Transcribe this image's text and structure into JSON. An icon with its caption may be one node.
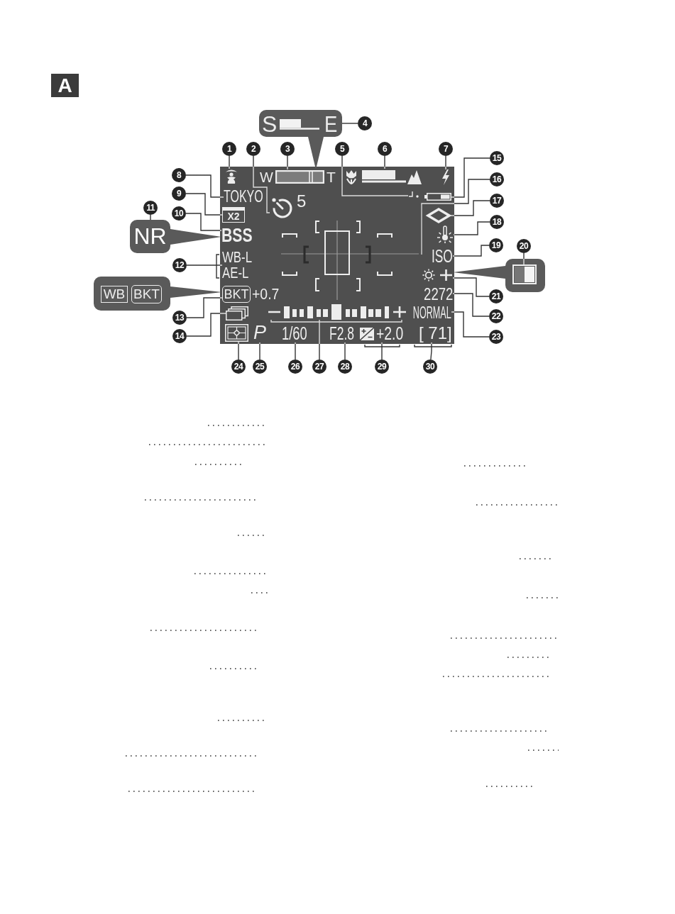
{
  "diagram": {
    "nodes": [
      {
        "text": [
          "4"
        ]
      },
      {
        "text": [
          "S",
          "E"
        ]
      },
      {
        "text": [
          "1"
        ]
      },
      {
        "text": [
          "2"
        ]
      },
      {
        "text": [
          "3"
        ]
      },
      {
        "text": [
          "5"
        ]
      },
      {
        "text": [
          "6"
        ]
      },
      {
        "text": [
          "7"
        ]
      },
      {
        "text": [
          "15"
        ]
      },
      {
        "text": [
          "16"
        ]
      },
      {
        "text": [
          "8"
        ]
      },
      {
        "text": [
          "9"
        ]
      },
      {
        "text": [
          "11"
        ]
      },
      {
        "text": [
          "NR"
        ]
      },
      {
        "text": [
          "10"
        ]
      },
      {
        "text": [],
        "shape": "box"
      },
      {
        "text": [],
        "shape": "picture",
        "in": 15
      },
      {
        "text": [
          "W",
          "T"
        ],
        "in": 15
      },
      {
        "text": [],
        "shape": "bar",
        "in": 15
      },
      {
        "text": [],
        "shape": "picture",
        "in": 15
      },
      {
        "text": [
          "TOKYO"
        ],
        "in": 15
      },
      {
        "text": [
          "5"
        ],
        "in": 15
      },
      {
        "text": [],
        "shape": "picture",
        "in": 15
      },
      {
        "text": [],
        "shape": "picture",
        "in": 15
      },
      {
        "text": [],
        "shape": "line",
        "in": 15
      },
      {
        "text": [
          "X2"
        ],
        "in": 15
      },
      {
        "text": [],
        "shape": "diamond",
        "in": 15
      },
      {
        "text": [
          "BSS"
        ],
        "in": 15
      },
      {
        "text": [],
        "shape": "picture",
        "in": 15
      },
      {
        "text": [
          "WB-L",
          "AE-L"
        ],
        "in": 15
      },
      {
        "text": [
          "ISO"
        ],
        "in": 15
      },
      {
        "text": [],
        "shape": "picture",
        "in": 15
      },
      {
        "text": [
          "BKT"
        ],
        "beside": [
          "+0.7"
        ],
        "in": 15
      },
      {
        "text": [
          "2272"
        ],
        "in": 15
      },
      {
        "text": [],
        "shape": "picture",
        "in": 15
      },
      {
        "text": [],
        "shape": "bar",
        "in": 15
      },
      {
        "text": [
          "NORMAL"
        ],
        "in": 15
      },
      {
        "text": [],
        "shape": "picture",
        "in": 15
      },
      {
        "text": [
          "P"
        ],
        "in": 15
      },
      {
        "text": [
          "1/60"
        ],
        "in": 15
      },
      {
        "text": [
          "F2.8"
        ],
        "in": 15
      },
      {
        "text": [
          "+2.0"
        ],
        "in": 15
      },
      {
        "text": [
          "[ 71]"
        ],
        "in": 15
      },
      {
        "text": [
          "17"
        ]
      },
      {
        "text": [
          "18"
        ]
      },
      {
        "text": [
          "12"
        ]
      },
      {
        "text": [
          "19"
        ]
      },
      {
        "text": [
          "20"
        ]
      },
      {
        "text": [],
        "shape": "box"
      },
      {
        "text": [],
        "shape": "picture",
        "in": 48
      },
      {
        "text": [
          "21"
        ]
      },
      {
        "text": [
          "22"
        ]
      },
      {
        "text": [],
        "shape": "box"
      },
      {
        "text": [
          "WB"
        ],
        "in": 52
      },
      {
        "text": [
          "BKT"
        ],
        "in": 52
      },
      {
        "text": [
          "13"
        ]
      },
      {
        "text": [
          "23"
        ]
      },
      {
        "text": [
          "14"
        ]
      },
      {
        "text": [
          "24"
        ]
      },
      {
        "text": [
          "25"
        ]
      },
      {
        "text": [
          "26"
        ]
      },
      {
        "text": [
          "27"
        ]
      },
      {
        "text": [
          "28"
        ]
      },
      {
        "text": [
          "29"
        ]
      },
      {
        "text": [
          "30"
        ]
      }
    ],
    "edges": [
      {
        "from": 0,
        "to": 1,
        "arrow": "none"
      },
      {
        "from": 1,
        "to": 17,
        "arrow": "none",
        "style": "thick"
      },
      {
        "from": 2,
        "to": 16,
        "arrow": "none"
      },
      {
        "from": 3,
        "to": 21,
        "arrow": "none"
      },
      {
        "from": 4,
        "to": 17,
        "arrow": "none"
      },
      {
        "from": 5,
        "to": 22,
        "arrow": "none"
      },
      {
        "from": 6,
        "to": 18,
        "arrow": "none"
      },
      {
        "from": 7,
        "to": 19,
        "arrow": "none"
      },
      {
        "from": 8,
        "to": 23,
        "arrow": "none"
      },
      {
        "from": 9,
        "to": 24,
        "arrow": "none"
      },
      {
        "from": 10,
        "to": 20,
        "arrow": "none"
      },
      {
        "from": 11,
        "to": 25,
        "arrow": "none"
      },
      {
        "from": 12,
        "to": 13,
        "arrow": "none"
      },
      {
        "from": 13,
        "to": 27,
        "arrow": "none",
        "style": "thick"
      },
      {
        "from": 14,
        "to": 27,
        "arrow": "none"
      },
      {
        "from": 45,
        "to": 29,
        "arrow": "none"
      },
      {
        "from": 43,
        "to": 26,
        "arrow": "none"
      },
      {
        "from": 44,
        "to": 28,
        "arrow": "none"
      },
      {
        "from": 46,
        "to": 30,
        "arrow": "none"
      },
      {
        "from": 47,
        "to": 49,
        "arrow": "none"
      },
      {
        "from": 48,
        "to": 31,
        "arrow": "none",
        "style": "thick"
      },
      {
        "from": 50,
        "to": 31,
        "arrow": "none"
      },
      {
        "from": 51,
        "to": 33,
        "arrow": "none"
      },
      {
        "from": 56,
        "to": 36,
        "arrow": "none"
      },
      {
        "from": 52,
        "to": 32,
        "arrow": "none",
        "style": "thick"
      },
      {
        "from": 55,
        "to": 32,
        "arrow": "none"
      },
      {
        "from": 57,
        "to": 34,
        "arrow": "none"
      },
      {
        "from": 58,
        "to": 37,
        "arrow": "none"
      },
      {
        "from": 59,
        "to": 38,
        "arrow": "none"
      },
      {
        "from": 60,
        "to": 39,
        "arrow": "none"
      },
      {
        "from": 61,
        "to": 35,
        "arrow": "none"
      },
      {
        "from": 62,
        "to": 40,
        "arrow": "none"
      },
      {
        "from": 63,
        "to": 41,
        "arrow": "none"
      },
      {
        "from": 64,
        "to": 42,
        "arrow": "none"
      }
    ],
    "labels": [
      "A"
    ]
  }
}
